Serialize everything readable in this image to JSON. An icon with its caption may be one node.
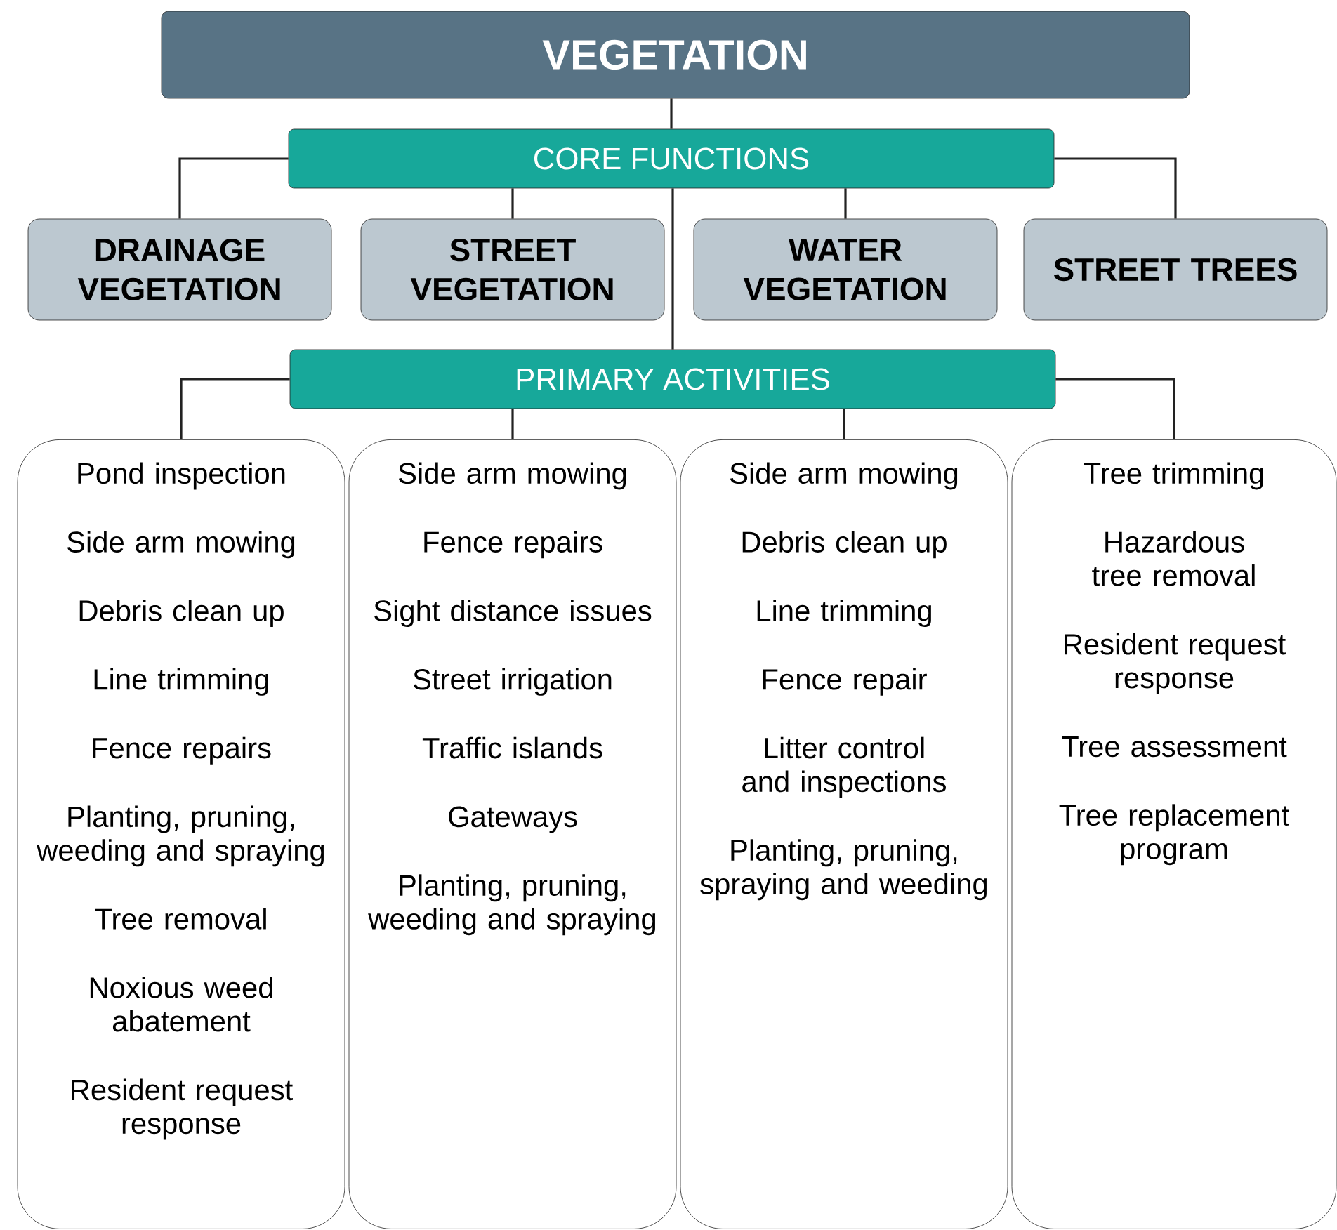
{
  "diagram": {
    "nodes": [
      {
        "text": [
          "VEGETATION"
        ]
      },
      {
        "text": [
          "CORE FUNCTIONS"
        ]
      },
      {
        "text": [
          "DRAINAGE VEGETATION"
        ]
      },
      {
        "text": [
          "STREET VEGETATION"
        ]
      },
      {
        "text": [
          "WATER VEGETATION"
        ]
      },
      {
        "text": [
          "STREET TREES"
        ]
      },
      {
        "text": [
          "PRIMARY ACTIVITIES"
        ]
      },
      {
        "text": [
          "Pond inspection",
          "Side arm mowing",
          "Debris clean up",
          "Line trimming",
          "Fence repairs",
          "Planting, pruning, weeding and spraying",
          "Tree removal",
          "Noxious weed abatement",
          "Resident request response"
        ]
      },
      {
        "text": [
          "Side arm mowing",
          "Fence repairs",
          "Sight distance issues",
          "Street irrigation",
          "Traffic islands",
          "Gateways",
          "Planting, pruning, weeding and spraying"
        ]
      },
      {
        "text": [
          "Side arm mowing",
          "Debris clean up",
          "Line trimming",
          "Fence repair",
          "Litter control and inspections",
          "Planting, pruning, spraying and weeding"
        ]
      },
      {
        "text": [
          "Tree trimming",
          "Hazardous tree removal",
          "Resident request response",
          "Tree assessment",
          "Tree replacement program"
        ]
      }
    ],
    "edges": [
      {
        "from": 0,
        "to": 1,
        "arrow": "none"
      },
      {
        "from": 1,
        "to": 2,
        "arrow": "none"
      },
      {
        "from": 1,
        "to": 3,
        "arrow": "none"
      },
      {
        "from": 1,
        "to": 4,
        "arrow": "none"
      },
      {
        "from": 1,
        "to": 5,
        "arrow": "none"
      },
      {
        "from": 1,
        "to": 6,
        "arrow": "none"
      },
      {
        "from": 6,
        "to": 7,
        "arrow": "none"
      },
      {
        "from": 6,
        "to": 8,
        "arrow": "none"
      },
      {
        "from": 6,
        "to": 9,
        "arrow": "none"
      },
      {
        "from": 6,
        "to": 10,
        "arrow": "none"
      }
    ]
  }
}
